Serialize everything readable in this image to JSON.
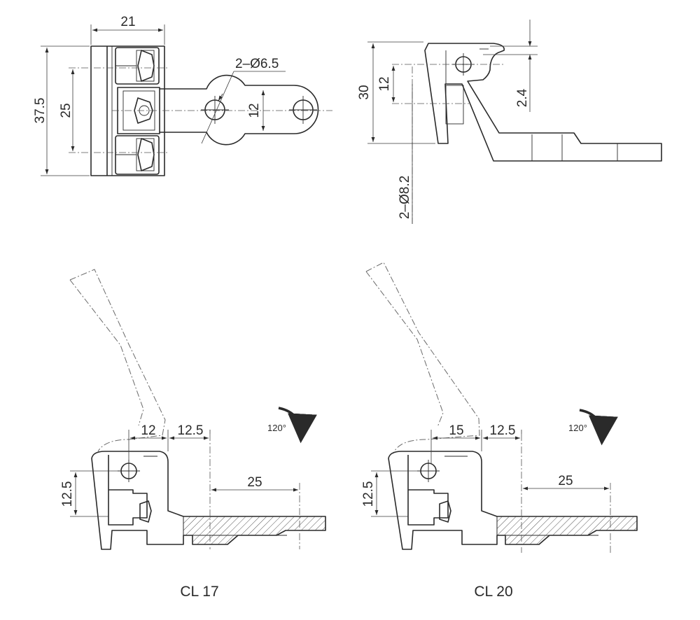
{
  "top_view": {
    "width_dim": "21",
    "height_outer_dim": "37.5",
    "height_inner_dim": "25",
    "hole_dim": "2–Ø6.5",
    "arm_width_dim": "12"
  },
  "side_view": {
    "height_dim": "30",
    "pivot_offset_dim": "12",
    "lip_dim": "2.4",
    "hole_dim": "2–Ø8.2"
  },
  "cl17": {
    "caption": "CL 17",
    "dim_a": "12",
    "dim_b": "12.5",
    "dim_c": "25",
    "dim_height": "12.5",
    "rotation": "120°"
  },
  "cl20": {
    "caption": "CL 20",
    "dim_a": "15",
    "dim_b": "12.5",
    "dim_c": "25",
    "dim_height": "12.5",
    "rotation": "120°"
  }
}
